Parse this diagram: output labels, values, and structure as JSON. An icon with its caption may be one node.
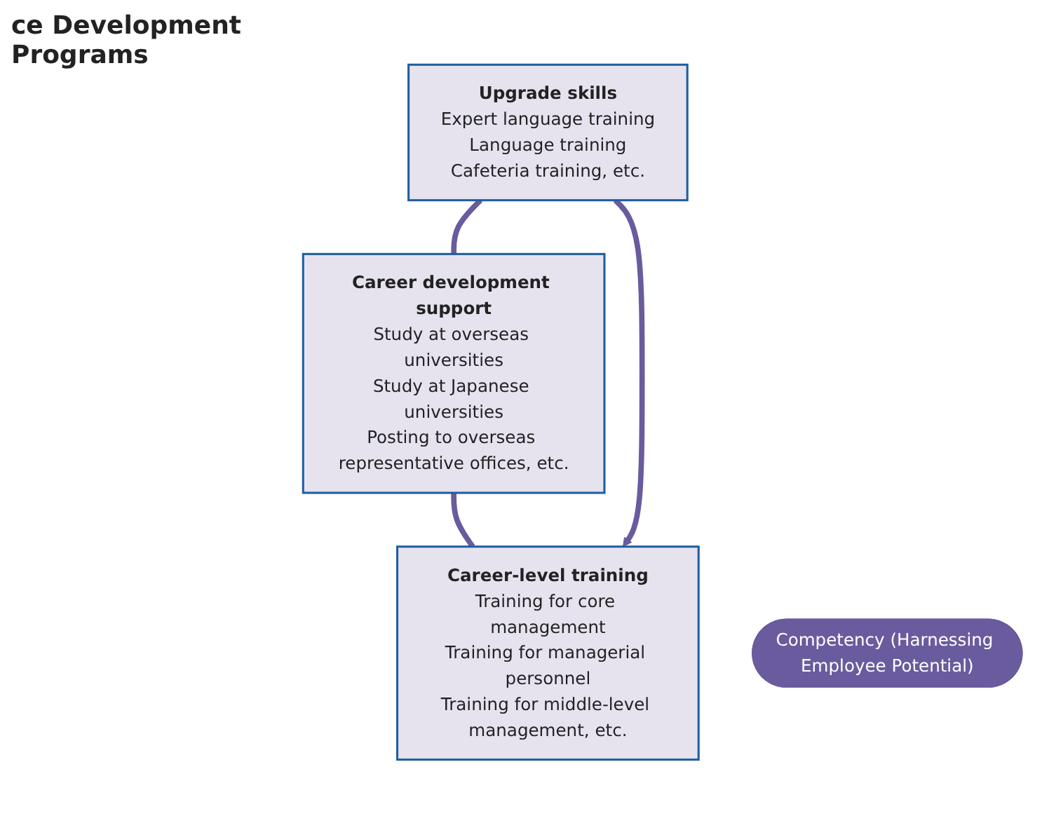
{
  "diagram": {
    "title": "ce Development Programs",
    "nodes": [
      {
        "text": [
          "Career-level training",
          "Training for core management",
          "Training for managerial personnel",
          "Training for middle-level management, etc."
        ]
      },
      {
        "text": [
          "Competency (Harnessing Employee Potential)"
        ]
      },
      {
        "text": [
          "Upgrade skills",
          "Expert language training",
          "Language training",
          "Cafeteria training, etc."
        ]
      },
      {
        "text": [
          "Career development support",
          "Study at overseas universities",
          "Study at Japanese universities",
          "Posting to overseas representative offices, etc."
        ]
      }
    ],
    "edges": [
      {
        "from": 0,
        "to": 3,
        "arrow": "none"
      },
      {
        "from": 3,
        "to": 2,
        "arrow": "none"
      },
      {
        "from": 2,
        "to": 0,
        "arrow": "to"
      }
    ]
  }
}
